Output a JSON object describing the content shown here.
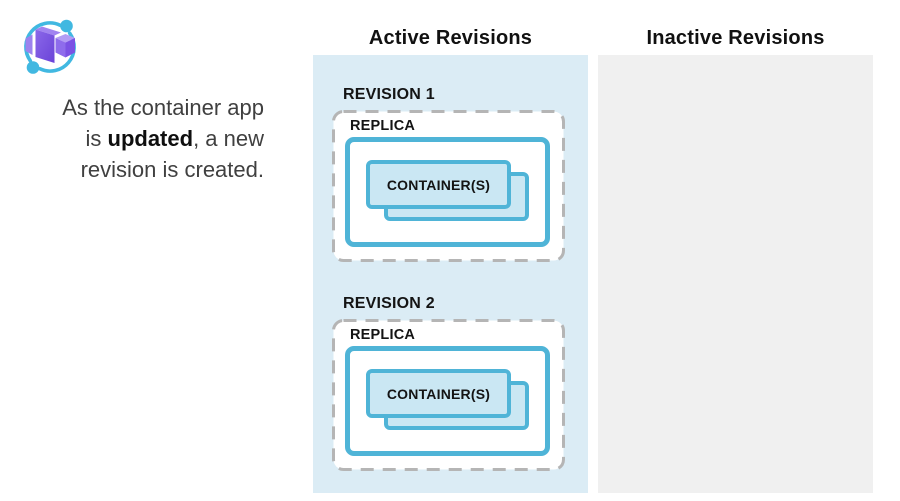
{
  "intro": {
    "text_before": "As the container app is ",
    "text_bold": "updated",
    "text_after": ", a new revision is created."
  },
  "icon": {
    "name": "azure-container-apps-icon"
  },
  "columns": {
    "active": {
      "title": "Active Revisions"
    },
    "inactive": {
      "title": "Inactive Revisions"
    }
  },
  "revisions": [
    {
      "label": "REVISION 1",
      "replica_label": "REPLICA",
      "container_label": "CONTAINER(S)"
    },
    {
      "label": "REVISION 2",
      "replica_label": "REPLICA",
      "container_label": "CONTAINER(S)"
    }
  ],
  "colors": {
    "panel_active_bg": "#dbecf5",
    "panel_inactive_bg": "#f0f0f0",
    "box_border_blue": "#4fb4d7",
    "container_fill": "#cae7f3",
    "dashed_border_gray": "#b5b5b5",
    "icon_arc_blue": "#41b8e1",
    "icon_purple": "#7b52e4",
    "text_dark": "#141414",
    "intro_text_gray": "#404040"
  }
}
